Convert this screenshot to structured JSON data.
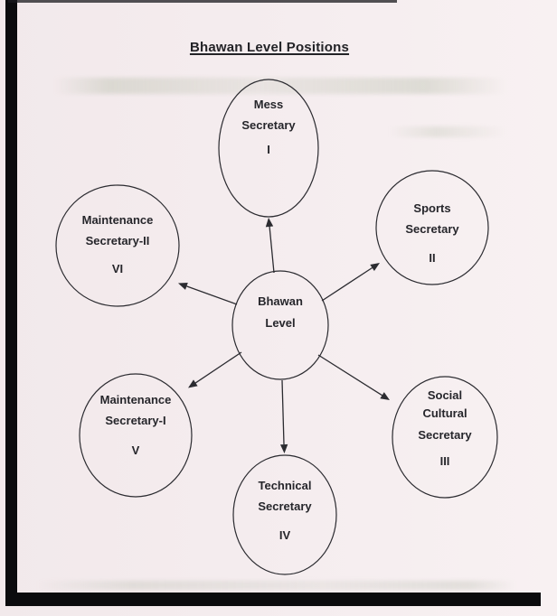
{
  "page": {
    "title": "Bhawan Level Positions"
  },
  "diagram": {
    "center_node": {
      "line1": "Bhawan",
      "line2": "Level"
    },
    "nodes": {
      "mess": {
        "line1": "Mess",
        "line2": "Secretary",
        "numeral": "I"
      },
      "sports": {
        "line1": "Sports",
        "line2": "Secretary",
        "numeral": "II"
      },
      "social_cultural": {
        "line1": "Social",
        "line2": "Cultural",
        "line3": "Secretary",
        "numeral": "III"
      },
      "technical": {
        "line1": "Technical",
        "line2": "Secretary",
        "numeral": "IV"
      },
      "maintenance_1": {
        "line1": "Maintenance",
        "line2": "Secretary-I",
        "numeral": "V"
      },
      "maintenance_2": {
        "line1": "Maintenance",
        "line2": "Secretary-II",
        "numeral": "VI"
      }
    }
  },
  "colors": {
    "ink": "#26262b",
    "paper": "#f5edef",
    "scan_edge": "#0b0b0d"
  }
}
